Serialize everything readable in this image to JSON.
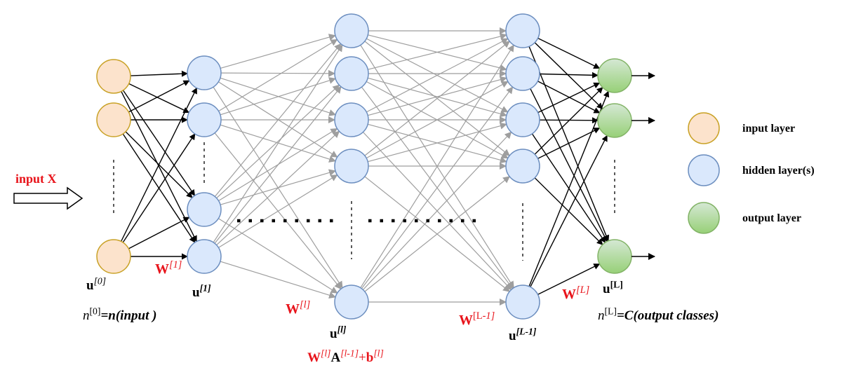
{
  "colors": {
    "input_fill": "#fce3cc",
    "input_stroke": "#c9a227",
    "hidden_fill": "#dae8fc",
    "hidden_stroke": "#6c8ebf",
    "output_fill_top": "#d5e8d4",
    "output_fill_bottom": "#97d077",
    "output_stroke": "#82b366",
    "annotation_red": "#e8141b",
    "edge_black": "#000000",
    "edge_gray": "#9e9e9e"
  },
  "input_arrow": {
    "label": "input X"
  },
  "annotations": {
    "u0": {
      "base": "u",
      "sup": "[0]"
    },
    "n0": {
      "base": "n",
      "sup": "[0]",
      "rest": "=n(input )"
    },
    "W1": {
      "base": "W",
      "sup": "[1]"
    },
    "u1": {
      "base": "u",
      "sup": "[1]"
    },
    "Wl": {
      "base": "W",
      "sup": "[l]"
    },
    "ul": {
      "base": "u",
      "sup": "[l]"
    },
    "formula": {
      "w": "W",
      "w_sup": "[l]",
      "a": "A",
      "a_sup": "[l-1]",
      "plus": "+",
      "b": "b",
      "b_sup": "[l]"
    },
    "WL1": {
      "base": "W",
      "sup_a": "[L-",
      "sup_b": "1]"
    },
    "uL1": {
      "base": "u",
      "sup": "[L-1]"
    },
    "WL": {
      "base": "W",
      "sup": "[L]"
    },
    "uL": {
      "base": "u",
      "sup": "[L]"
    },
    "nL": {
      "base": "n",
      "sup": "[L]",
      "rest": "=C(output classes)"
    }
  },
  "legend": [
    {
      "label": "input layer",
      "kind": "input"
    },
    {
      "label": "hidden layer(s)",
      "kind": "hidden"
    },
    {
      "label": "output layer",
      "kind": "output"
    }
  ]
}
